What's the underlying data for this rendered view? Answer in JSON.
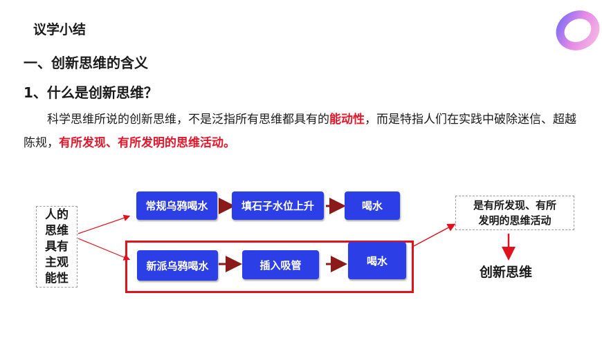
{
  "header": {
    "title": "议学小结"
  },
  "section": {
    "heading1": "一、创新思维的含义",
    "heading2": "1、什么是创新思维？"
  },
  "paragraph": {
    "part1": "科学思维所说的创新思维，不是泛指所有思维都具有的",
    "highlight1": "能动性",
    "part2": "，而是特指人们在实践中破除迷信、超越陈规，",
    "highlight2": "有所发现、有所发明的思维活动。"
  },
  "diagram": {
    "left_label": [
      "人的",
      "思维",
      "具有",
      "主观",
      "能性"
    ],
    "row1": [
      "常规乌鸦喝水",
      "填石子水位上升",
      "喝水"
    ],
    "row2": [
      "新派乌鸦喝水",
      "插入吸管",
      "喝水"
    ],
    "result_box": [
      "是有所发现、有所",
      "发明的思维活动"
    ],
    "final_label": "创新思维"
  },
  "colors": {
    "box_blue": "#2c3ee6",
    "highlight_red": "#e3162b",
    "arrow_dark_red": "#8b1a1a"
  }
}
